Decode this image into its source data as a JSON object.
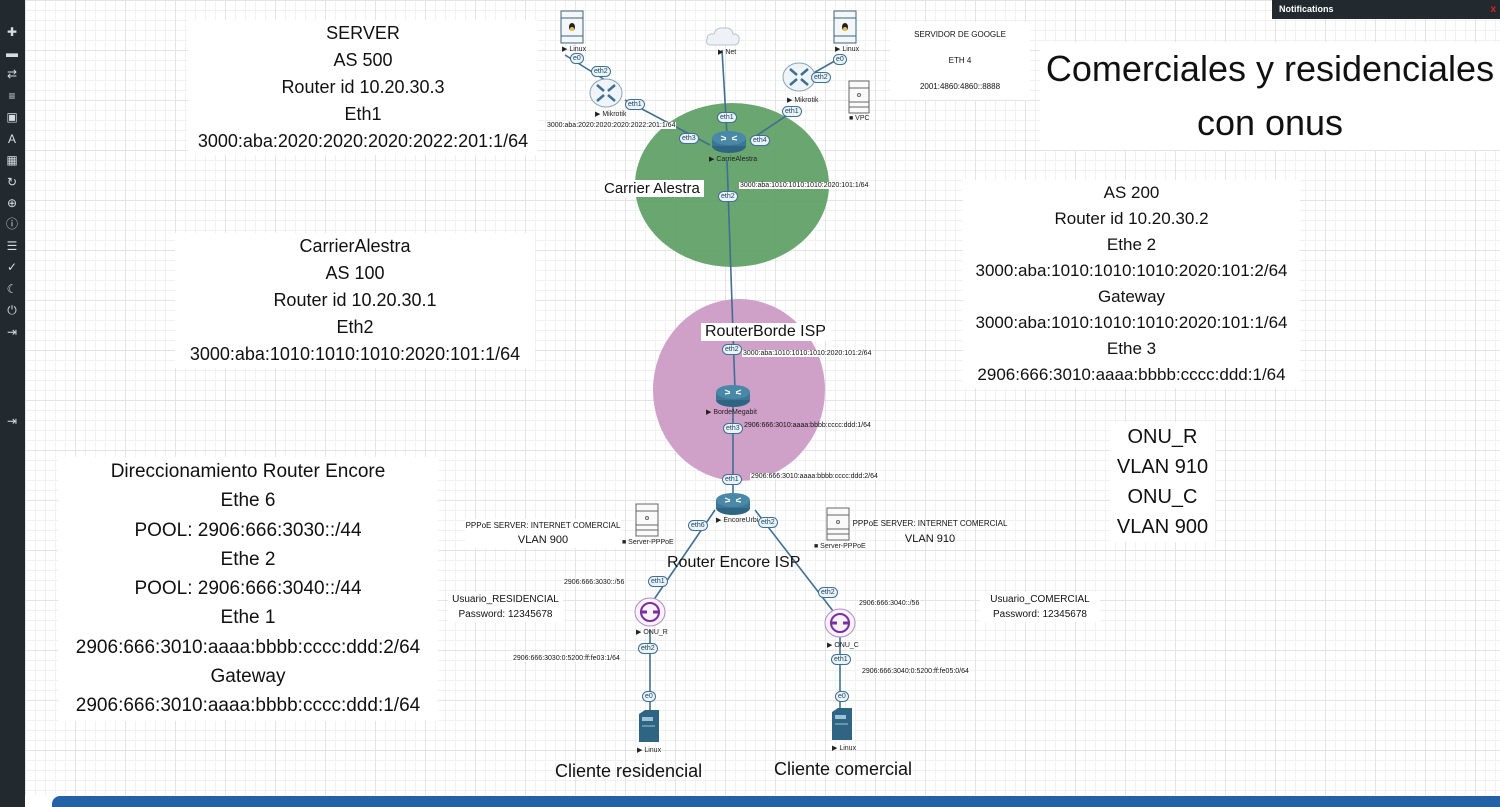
{
  "sidebar": {
    "icons": [
      "add-icon",
      "node-icon",
      "network-icon",
      "text-icon",
      "picture-icon",
      "custom-shape-icon",
      "grid-icon",
      "refresh-icon",
      "zoom-icon",
      "info-icon",
      "list-icon",
      "status-icon",
      "dark-mode-icon",
      "power-icon",
      "exit-icon",
      "logout-icon"
    ]
  },
  "notifications": {
    "title": "Notifications",
    "close": "x"
  },
  "title_box": {
    "line1": "Comerciales y residenciales",
    "line2": "con onus"
  },
  "server_box": {
    "lines": [
      "SERVER",
      "AS 500",
      "Router id  10.20.30.3",
      "Eth1",
      "3000:aba:2020:2020:2020:2022:201:1/64"
    ]
  },
  "google_box": {
    "lines": [
      "SERVIDOR DE GOOGLE",
      "ETH 4",
      "2001:4860:4860::8888"
    ]
  },
  "carrier_box": {
    "lines": [
      "CarrierAlestra",
      "AS 100",
      "Router id  10.20.30.1",
      "Eth2",
      "3000:aba:1010:1010:1010:2020:101:1/64"
    ]
  },
  "as200_box": {
    "lines": [
      "AS 200",
      "Router id 10.20.30.2",
      "Ethe 2",
      "3000:aba:1010:1010:1010:2020:101:2/64",
      "Gateway",
      "3000:aba:1010:1010:1010:2020:101:1/64",
      "Ethe 3",
      "2906:666:3010:aaaa:bbbb:cccc:ddd:1/64"
    ]
  },
  "onu_box": {
    "lines": [
      "ONU_R",
      "VLAN 910",
      "ONU_C",
      "VLAN 900"
    ]
  },
  "encore_box": {
    "lines": [
      "Direccionamiento Router Encore",
      "Ethe 6",
      "POOL: 2906:666:3030::/44",
      "Ethe 2",
      "POOL: 2906:666:3040::/44",
      "Ethe 1",
      "2906:666:3010:aaaa:bbbb:cccc:ddd:2/64",
      "Gateway",
      "2906:666:3010:aaaa:bbbb:cccc:ddd:1/64"
    ]
  },
  "regions": {
    "carrier": {
      "label": "Carrier Alestra",
      "color": "#5d9e63"
    },
    "borde": {
      "label": "RouterBorde ISP",
      "color": "#cfa0c8"
    },
    "encore": {
      "label": "Router Encore ISP"
    }
  },
  "nodes": {
    "linux_tl": "Linux",
    "mikrotik_l": "Mikrotik",
    "net": "Net",
    "linux_tr": "Linux",
    "mikrotik_r": "Mikrotik",
    "vpc": "VPC",
    "carrier": "CarrieAlestra",
    "borde": "BordeMegabit",
    "encore": "EncoreUrbi",
    "pppoe_l": "Server-PPPoE",
    "pppoe_r": "Server-PPPoE",
    "onu_r": "ONU_R",
    "onu_c": "ONU_C",
    "linux_bl": "Linux",
    "linux_br": "Linux"
  },
  "ports": {
    "p1": "e0",
    "p2": "eth2",
    "p3": "eth1",
    "p4": "eth3",
    "p5": "eth1",
    "p6": "e0",
    "p7": "eth2",
    "p8": "eth1",
    "p9": "eth4",
    "p10": "eth2",
    "p11": "eth2",
    "p12": "eth3",
    "p13": "eth1",
    "p14": "eth6",
    "p15": "eth2",
    "p16": "eth1",
    "p17": "eth2",
    "p18": "eth2",
    "p19": "e0",
    "p20": "eth1",
    "p21": "e0"
  },
  "addr_labels": {
    "a1": "3000:aba:2020:2020:2020:2022:201:1/64",
    "a2": "3000:aba:1010:1010:1010:2020:101:1/64",
    "a3": "3000:aba:1010:1010:1010:2020:101:2/64",
    "a4": "2906:666:3010:aaaa:bbbb:cccc:ddd:1/64",
    "a5": "2906:666:3010:aaaa:bbbb:cccc:ddd:2/64",
    "a6": "2906:666:3030::/56",
    "a7": "2906:666:3040::/56",
    "a8": "2906:666:3030:0:5200:ff:fe03:1/64",
    "a9": "2906:666:3040:0:5200:ff:fe05:0/64"
  },
  "pppoe_left": {
    "title": "PPPoE SERVER: INTERNET COMERCIAL",
    "vlan": "VLAN 900"
  },
  "pppoe_right": {
    "title": "PPPoE SERVER: INTERNET COMERCIAL",
    "vlan": "VLAN 910"
  },
  "user_res": {
    "user": "Usuario_RESIDENCIAL",
    "password": "Password: 12345678"
  },
  "user_com": {
    "user": "Usuario_COMERCIAL",
    "password": "Password: 12345678"
  },
  "client_res": "Cliente residencial",
  "client_com": "Cliente comercial"
}
